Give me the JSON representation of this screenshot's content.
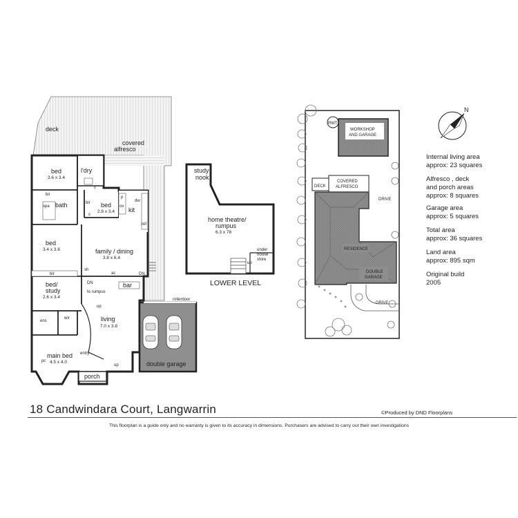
{
  "address": "18 Candwindara Court, Langwarrin",
  "credit": "Produced by DND Floorplans",
  "credit_symbol": "©",
  "disclaimer": "This floorplan is a guide only and no warranty is given to  its accuracy in dimensions.  Purchasers are advised to carry out their own investigations",
  "ground_floor": {
    "deck": "deck",
    "alfresco": [
      "covered",
      "alfresco"
    ],
    "bed1": {
      "name": "bed",
      "dim": "3.6 x 3.4"
    },
    "laundry": "l'dry",
    "bed2": {
      "name": "bed",
      "dim": "2.8 x 3.4"
    },
    "bath": "bath",
    "spa": "spa",
    "bir": "bir",
    "c": "c",
    "p": "p",
    "dw": "dw",
    "kit": "kit",
    "ov": "ov",
    "ref": "ref",
    "bed3": {
      "name": "bed",
      "dim": "3.4 x 3.6"
    },
    "family_dining": {
      "name": "family / dining",
      "dim": "3.8 x 6.4"
    },
    "sh": "sh",
    "ac": "ac",
    "dn": "DN",
    "bar": "bar",
    "dn_rumpus": [
      "DN",
      "to rumpus"
    ],
    "up": "up",
    "bed_study": {
      "name": [
        "bed/",
        "study"
      ],
      "dim": "2.6 x 3.4"
    },
    "living": {
      "name": "living",
      "dim": "7.0 x 3.8"
    },
    "ens": "ens",
    "wir": "wir",
    "main_bed": {
      "name": "main bed",
      "dim": "4.5 x 4.0"
    },
    "pc": "pc",
    "entry": "entry",
    "porch": "porch",
    "rollerdoor": "rollerdoor",
    "garage": "double garage"
  },
  "lower_level": {
    "title": "LOWER LEVEL",
    "nook": [
      "study",
      "nook"
    ],
    "theatre": {
      "name": [
        "home theatre/",
        "rumpus"
      ],
      "dim": "6.3 x 78"
    },
    "store": [
      "under",
      "house",
      "store"
    ],
    "up": "up"
  },
  "site_plan": {
    "rwt": "RWT",
    "workshop": [
      "WORKSHOP",
      "AND GARAGE"
    ],
    "deck": "DECK",
    "covered_alfresco": [
      "COVERED",
      "ALFRESCO"
    ],
    "drive_top": "DRIVE",
    "residence": "RESIDENCE",
    "double_garage": [
      "DOUBLE",
      "GARAGE"
    ],
    "drive_bottom": "DRIVE",
    "north": "N"
  },
  "summary": [
    {
      "label": "Internal living area",
      "value": "approx: 23 squares"
    },
    {
      "label": "Alfresco , deck",
      "label2": "and porch areas",
      "value": "approx: 8 squares"
    },
    {
      "label": "Garage area",
      "value": "approx: 5 squares"
    },
    {
      "label": "Total area",
      "value": "approx: 36 squares"
    },
    {
      "label": "Land area",
      "value": "approx: 895 sqm"
    },
    {
      "label": "Original build",
      "value": "2005"
    }
  ]
}
